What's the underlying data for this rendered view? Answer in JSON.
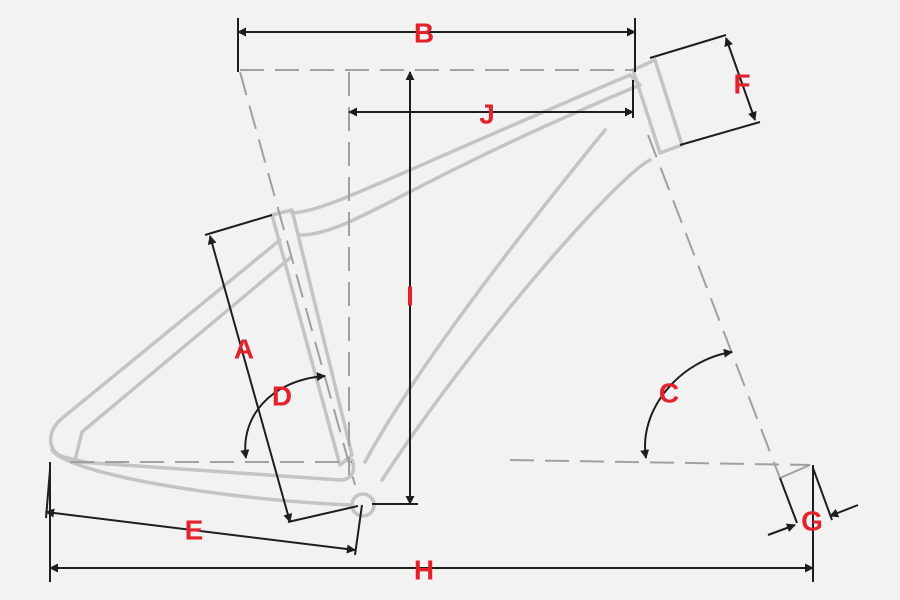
{
  "colors": {
    "background": "#f2f2f2",
    "frame": "#c4c4c4",
    "reference": "#a0a0a0",
    "dimension": "#1e1e1e",
    "label": "#e3222c"
  },
  "labels": {
    "A": "A",
    "B": "B",
    "C": "C",
    "D": "D",
    "E": "E",
    "F": "F",
    "G": "G",
    "H": "H",
    "I": "I",
    "J": "J"
  }
}
